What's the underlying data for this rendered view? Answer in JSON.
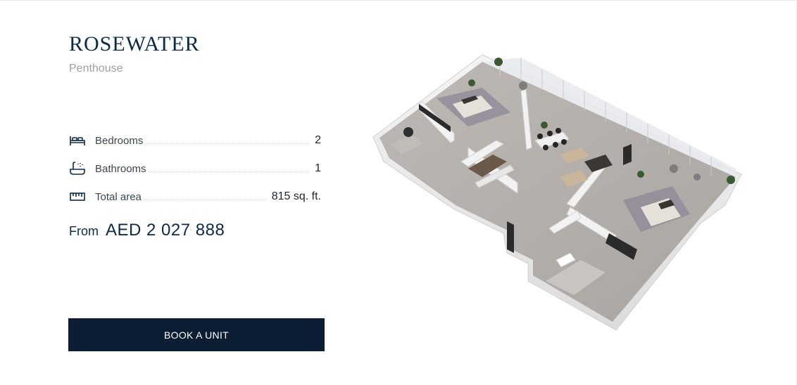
{
  "header": {
    "title": "ROSEWATER",
    "subtitle": "Penthouse"
  },
  "specs": [
    {
      "icon": "bed-icon",
      "label": "Bedrooms",
      "value": "2"
    },
    {
      "icon": "bathtub-icon",
      "label": "Bathrooms",
      "value": "1"
    },
    {
      "icon": "ruler-icon",
      "label": "Total area",
      "value": "815 sq. ft."
    }
  ],
  "price": {
    "prefix": "From",
    "value": "AED 2 027 888"
  },
  "cta": {
    "label": "BOOK A UNIT"
  },
  "colors": {
    "brand_navy": "#0b1e33",
    "title_navy": "#0d2a45",
    "muted_text": "#9aa0a8"
  }
}
